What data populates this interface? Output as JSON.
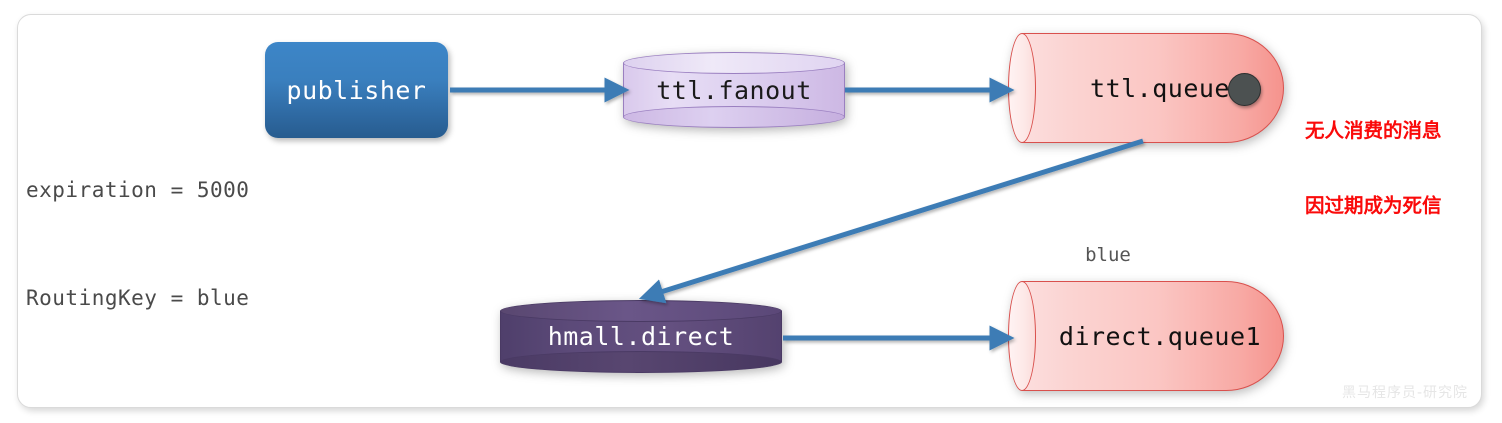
{
  "diagram": {
    "title": "RabbitMQ TTL dead-letter routing diagram",
    "meta": {
      "line1": "expiration = 5000",
      "line2": "RoutingKey = blue"
    },
    "nodes": {
      "publisher": {
        "label": "publisher",
        "type": "rounded-box",
        "color": "#3a7fbe"
      },
      "ttl_fanout": {
        "label": "ttl.fanout",
        "type": "exchange-cylinder",
        "color": "#ddd0f0"
      },
      "ttl_queue": {
        "label": "ttl.queue",
        "type": "queue-cylinder",
        "color": "#fbc6c3",
        "has_message_dot": true
      },
      "hmall_direct": {
        "label": "hmall.direct",
        "type": "exchange-cylinder",
        "color": "#5c4a79"
      },
      "direct_queue1": {
        "label": "direct.queue1",
        "type": "queue-cylinder",
        "color": "#fbc6c3"
      }
    },
    "edges": {
      "binding_key": "blue",
      "arrow_color": "#3d7cb5"
    },
    "annotation": {
      "line1": "无人消费的消息",
      "line2": "因过期成为死信",
      "color": "#fa0a0a"
    },
    "watermark": "黑马程序员-研究院"
  }
}
